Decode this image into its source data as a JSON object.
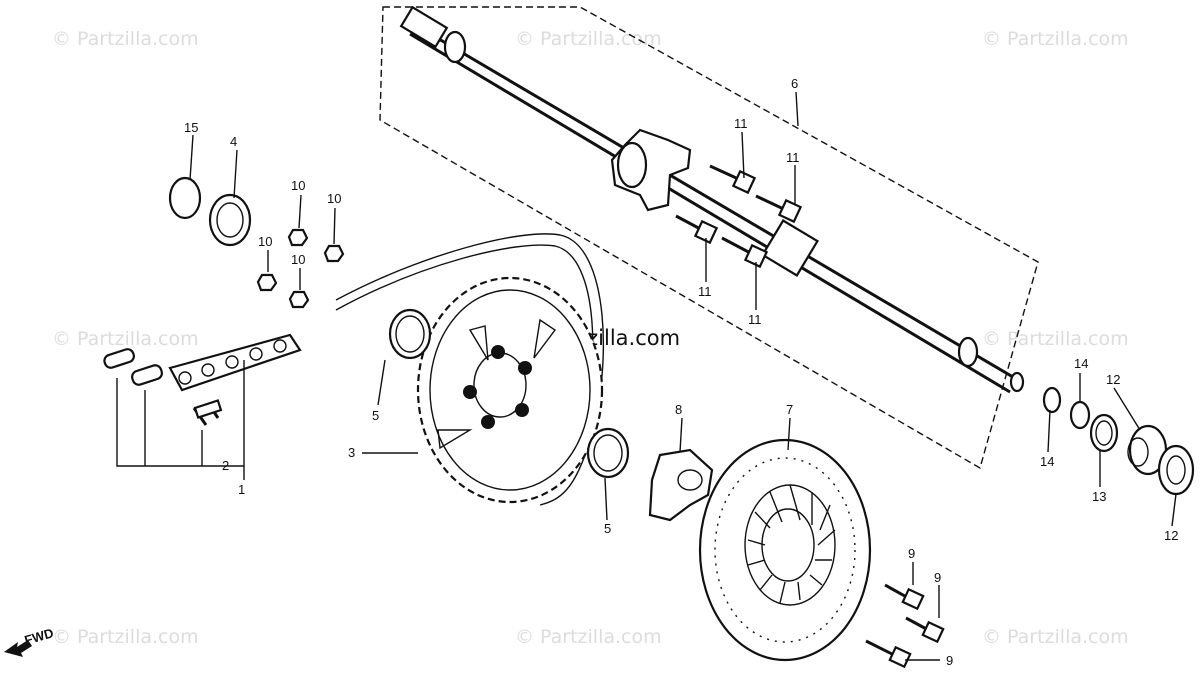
{
  "watermark": {
    "text": "© Partzilla.com"
  },
  "direction_label": "FWD",
  "callouts": {
    "c1": "1",
    "c2": "2",
    "c3": "3",
    "c4": "4",
    "c5a": "5",
    "c5b": "5",
    "c6": "6",
    "c7": "7",
    "c8": "8",
    "c9a": "9",
    "c9b": "9",
    "c9c": "9",
    "c10a": "10",
    "c10b": "10",
    "c10c": "10",
    "c10d": "10",
    "c11a": "11",
    "c11b": "11",
    "c11c": "11",
    "c11d": "11",
    "c12a": "12",
    "c12b": "12",
    "c13": "13",
    "c14a": "14",
    "c14b": "14",
    "c15": "15"
  }
}
